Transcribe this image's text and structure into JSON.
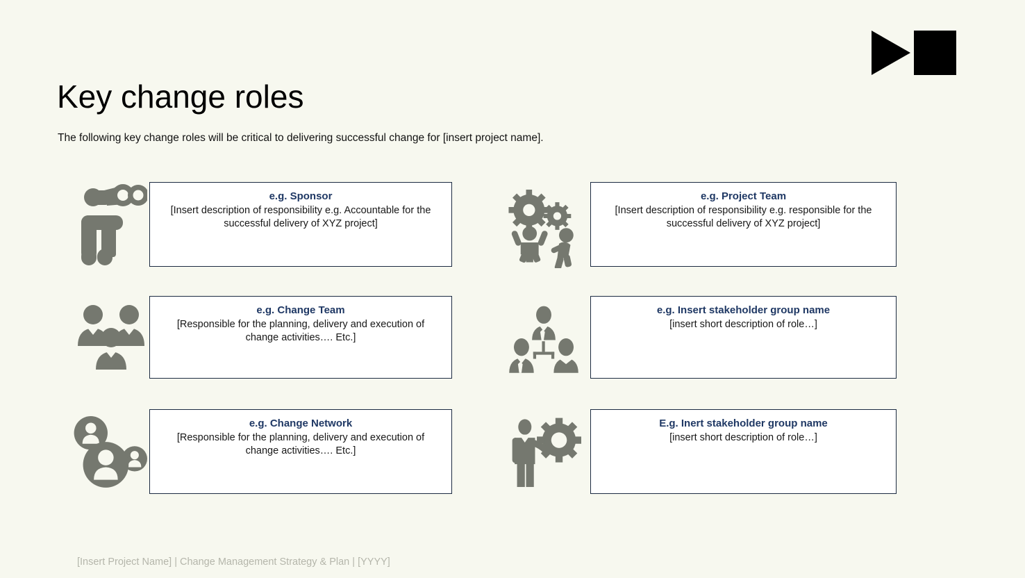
{
  "slide": {
    "title": "Key change roles",
    "subtitle": "The following key change roles will be critical to delivering successful change for [insert project name].",
    "footer": "[Insert Project Name] | Change Management Strategy & Plan | [YYYY]",
    "logo_name": "dm-logo",
    "background_color": "#f7f8ef",
    "card_background_color": "#ffffff",
    "card_border_color": "#1b2a41",
    "heading_color": "#1f3864",
    "icon_color": "#75786f",
    "footer_color": "#b5b6ab"
  },
  "roles": [
    {
      "icon": "person-with-binoculars-icon",
      "title": "e.g. Sponsor",
      "description": "[Insert description of responsibility e.g. Accountable for the successful delivery of XYZ project]"
    },
    {
      "icon": "team-with-gears-icon",
      "title": "e.g. Project Team",
      "description": "[Insert description of responsibility e.g. responsible for the successful delivery of XYZ project]"
    },
    {
      "icon": "three-people-group-icon",
      "title": "e.g. Change Team",
      "description": "[Responsible for the planning, delivery and execution of change activities…. Etc.]"
    },
    {
      "icon": "org-chart-people-icon",
      "title": "e.g. Insert stakeholder group name",
      "description": "[insert short description of role…]"
    },
    {
      "icon": "people-network-icon",
      "title": "e.g. Change Network",
      "description": "[Responsible for the planning, delivery and execution of change activities…. Etc.]"
    },
    {
      "icon": "person-presenting-gear-icon",
      "title": "E.g. Inert stakeholder group name",
      "description": "[insert short description of role…]"
    }
  ]
}
